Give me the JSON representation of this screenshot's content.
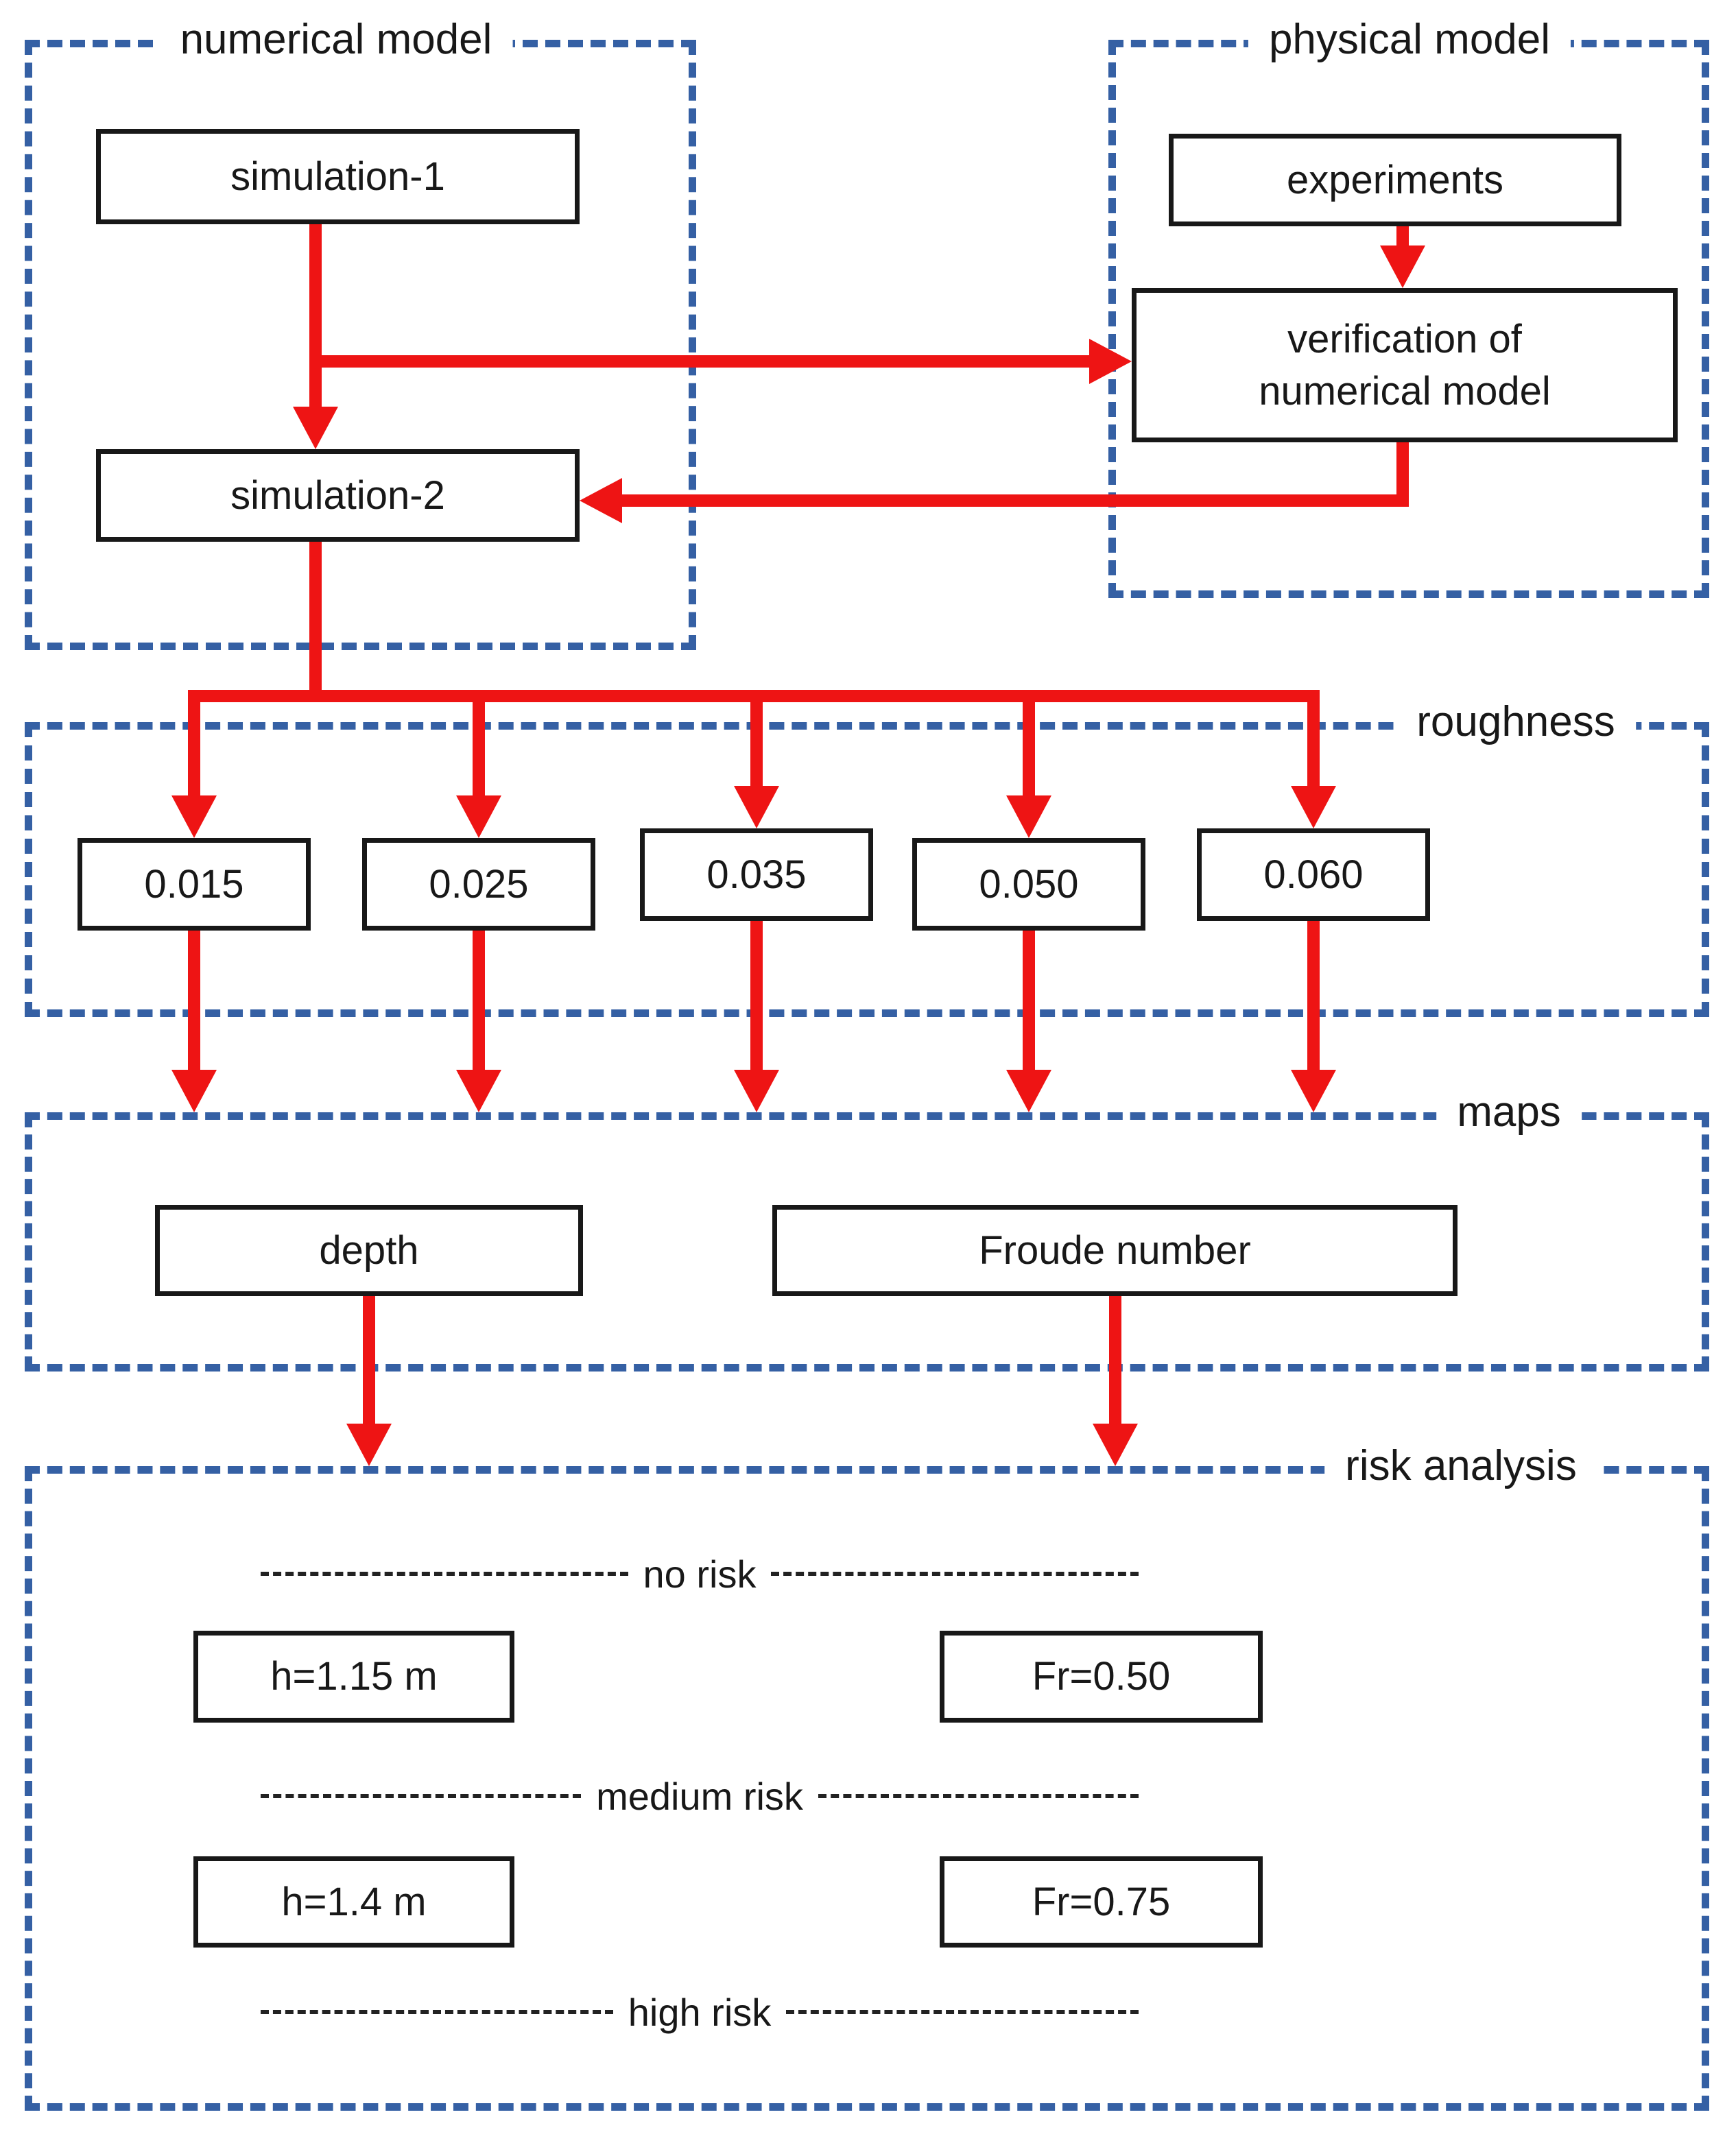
{
  "diagram": {
    "sections": {
      "numerical_model": {
        "label": "numerical model",
        "boxes": {
          "simulation_1": "simulation-1",
          "simulation_2": "simulation-2"
        }
      },
      "physical_model": {
        "label": "physical model",
        "boxes": {
          "experiments": "experiments",
          "verification": "verification of\nnumerical model"
        }
      },
      "roughness": {
        "label": "roughness",
        "values": [
          "0.015",
          "0.025",
          "0.035",
          "0.050",
          "0.060"
        ]
      },
      "maps": {
        "label": "maps",
        "boxes": {
          "depth": "depth",
          "froude_number": "Froude number"
        }
      },
      "risk_analysis": {
        "label": "risk analysis",
        "levels": [
          {
            "separator": "no risk",
            "depth_threshold": "h=1.15 m",
            "froude_threshold": "Fr=0.50"
          },
          {
            "separator": "medium risk",
            "depth_threshold": "h=1.4 m",
            "froude_threshold": "Fr=0.75"
          },
          {
            "separator": "high risk"
          }
        ]
      }
    },
    "colors": {
      "arrow_red": "#ee1414",
      "frame_blue": "#3560a4",
      "box_border_black": "#181818"
    }
  }
}
